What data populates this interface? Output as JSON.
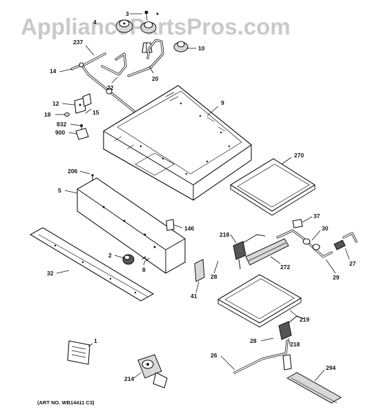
{
  "watermark": "AppliancePartsPros.com",
  "art_number": "(ART NO. WB14411 C3)",
  "callouts": {
    "c3": "3",
    "c4": "4",
    "c10": "10",
    "c237": "237",
    "c22": "22",
    "c20": "20",
    "c14": "14",
    "c9": "9",
    "c12": "12",
    "c15": "15",
    "c18": "18",
    "c832": "832",
    "c900": "900",
    "c206": "206",
    "c270": "270",
    "c5": "5",
    "c146": "146",
    "c37": "37",
    "c218a": "218",
    "c30": "30",
    "c2": "2",
    "c8": "8",
    "c32": "32",
    "c272": "272",
    "c27": "27",
    "c28a": "28",
    "c29": "29",
    "c41": "41",
    "c219": "219",
    "c1": "1",
    "c28b": "28",
    "c218b": "218",
    "c26": "26",
    "c294": "294",
    "c214": "214"
  }
}
